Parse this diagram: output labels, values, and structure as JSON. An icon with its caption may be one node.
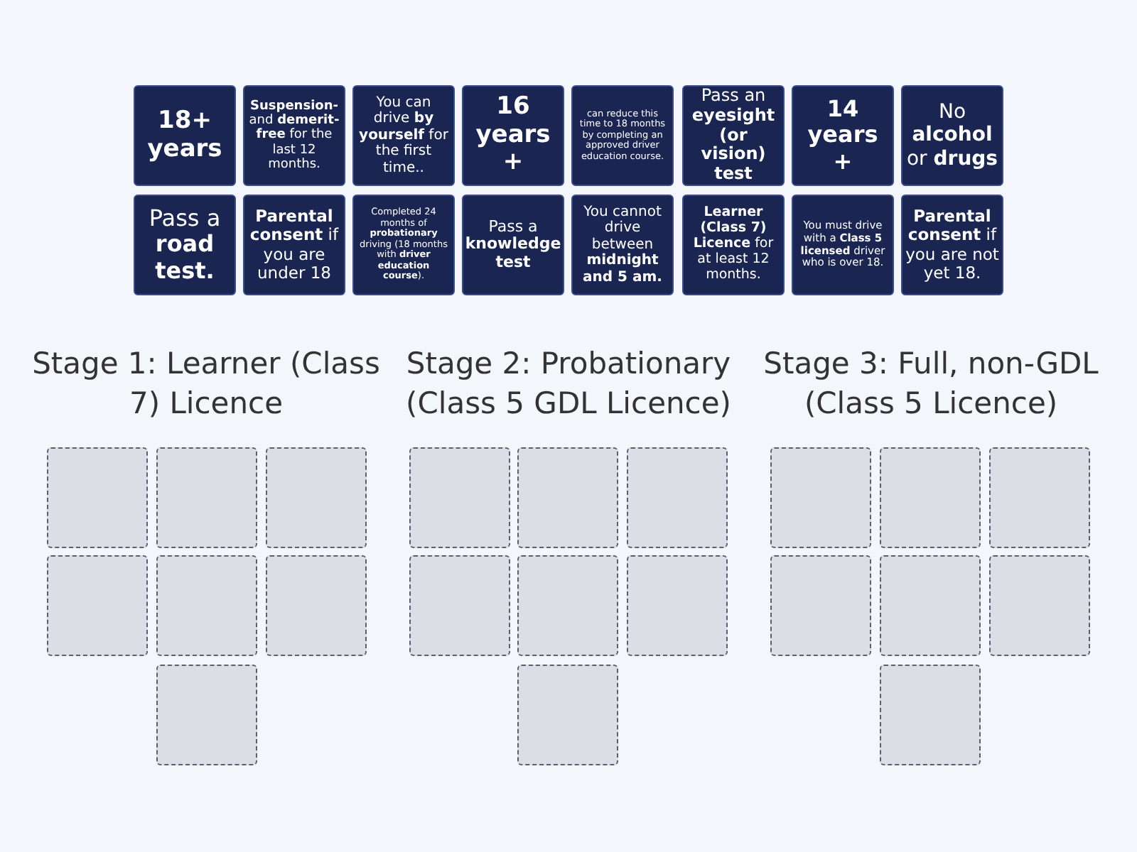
{
  "diagram": {
    "nodes": [
      {
        "text": [
          "18+ years"
        ]
      },
      {
        "text": [
          "**Suspension-** and **demerit-free** for the last 12 months."
        ]
      },
      {
        "text": [
          "You can drive **by yourself** for the first time.."
        ]
      },
      {
        "text": [
          "16 years +"
        ]
      },
      {
        "text": [
          "can reduce this time to 18 months by completing an approved driver education course."
        ]
      },
      {
        "text": [
          "Pass an **eyesight (or vision) test**"
        ]
      },
      {
        "text": [
          "14 years +"
        ]
      },
      {
        "text": [
          "No **alcohol** or **drugs**"
        ]
      },
      {
        "text": [
          "Pass a **road test.**"
        ]
      },
      {
        "text": [
          "**Parental consent** if you are under 18"
        ]
      },
      {
        "text": [
          "Completed 24 months of **probationary** driving (18 months with **driver education course**)."
        ]
      },
      {
        "text": [
          "Pass a **knowledge test**"
        ]
      },
      {
        "text": [
          "You cannot drive between **midnight and 5 am.**"
        ]
      },
      {
        "text": [
          "**Learner (Class 7) Licence** for at least 12 months."
        ]
      },
      {
        "text": [
          "You must drive with a **Class 5 licensed** driver who is over 18."
        ]
      },
      {
        "text": [
          "**Parental consent** if you are not yet 18."
        ]
      },
      {
        "text": [],
        "shape": "box"
      },
      {
        "text": [],
        "shape": "box"
      },
      {
        "text": [],
        "shape": "box"
      },
      {
        "text": [],
        "shape": "box"
      },
      {
        "text": [],
        "shape": "box"
      },
      {
        "text": [],
        "shape": "box"
      },
      {
        "text": [],
        "shape": "box"
      },
      {
        "text": [],
        "shape": "box"
      },
      {
        "text": [],
        "shape": "box"
      },
      {
        "text": [],
        "shape": "box"
      },
      {
        "text": [],
        "shape": "box"
      },
      {
        "text": [],
        "shape": "box"
      },
      {
        "text": [],
        "shape": "box"
      },
      {
        "text": [],
        "shape": "box"
      },
      {
        "text": [],
        "shape": "box"
      },
      {
        "text": [],
        "shape": "box"
      },
      {
        "text": [],
        "shape": "box"
      },
      {
        "text": [],
        "shape": "box"
      },
      {
        "text": [],
        "shape": "box"
      },
      {
        "text": [],
        "shape": "box"
      },
      {
        "text": [],
        "shape": "box"
      }
    ],
    "labels": [
      "Stage 1: Learner (Class 7) Licence",
      "Stage 2: Probationary (Class 5 GDL Licence)",
      "Stage 3: Full, non-GDL (Class 5 Licence)"
    ]
  }
}
